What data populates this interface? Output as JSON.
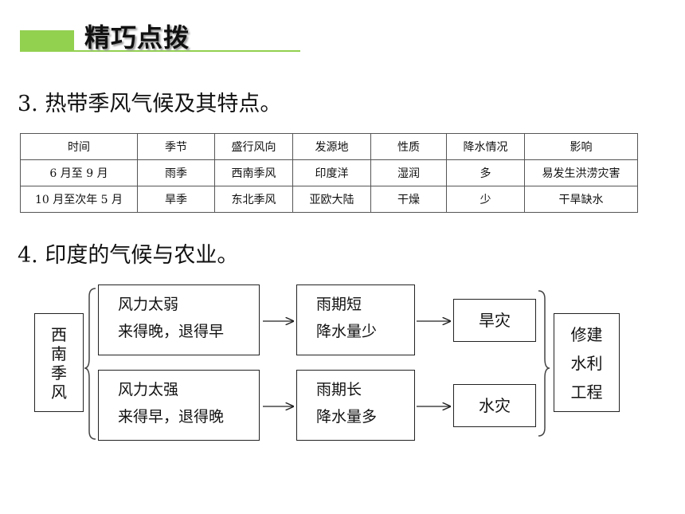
{
  "header": {
    "title": "精巧点拨"
  },
  "section3": {
    "title": "3. 热带季风气候及其特点。"
  },
  "table": {
    "headers": [
      "时间",
      "季节",
      "盛行风向",
      "发源地",
      "性质",
      "降水情况",
      "影响"
    ],
    "rows": [
      [
        "6 月至 9 月",
        "雨季",
        "西南季风",
        "印度洋",
        "湿润",
        "多",
        "易发生洪涝灾害"
      ],
      [
        "10 月至次年 5 月",
        "旱季",
        "东北季风",
        "亚欧大陆",
        "干燥",
        "少",
        "干旱缺水"
      ]
    ]
  },
  "section4": {
    "title": "4. 印度的气候与农业。"
  },
  "diagram": {
    "source": [
      "西",
      "南",
      "季",
      "风"
    ],
    "weak": {
      "line1": "风力太弱",
      "line2": "来得晚，退得早"
    },
    "strong": {
      "line1": "风力太强",
      "line2": "来得早，退得晚"
    },
    "short": {
      "line1": "雨期短",
      "line2": "降水量少"
    },
    "long": {
      "line1": "雨期长",
      "line2": "降水量多"
    },
    "drought": "旱灾",
    "flood": "水灾",
    "solution": [
      "修建",
      "水利",
      "工程"
    ]
  }
}
